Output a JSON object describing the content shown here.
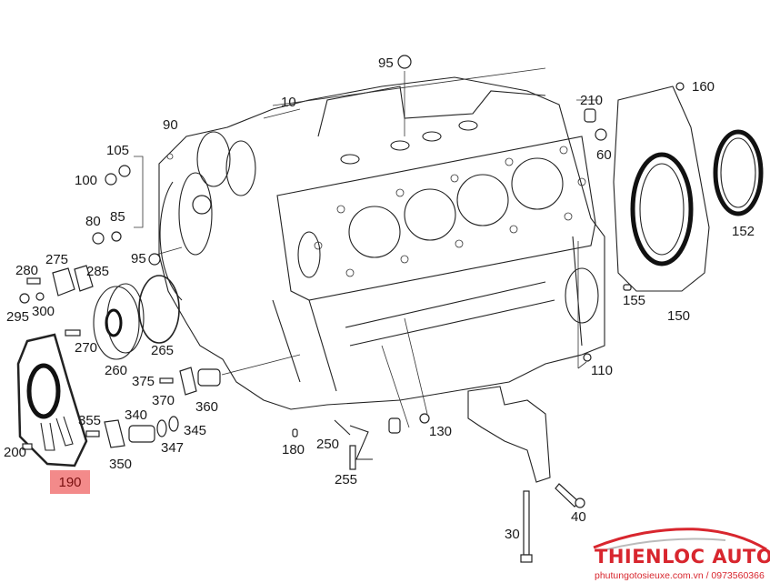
{
  "diagram": {
    "title": "Engine block exploded parts diagram",
    "highlighted_part": "190",
    "highlight_color": "#f38a8a",
    "labels": {
      "p10": "10",
      "p30": "30",
      "p40": "40",
      "p60": "60",
      "p80": "80",
      "p85": "85",
      "p90": "90",
      "p95_top": "95",
      "p95_left": "95",
      "p100": "100",
      "p105": "105",
      "p110": "110",
      "p130": "130",
      "p150": "150",
      "p152": "152",
      "p155": "155",
      "p160": "160",
      "p180": "180",
      "p190": "190",
      "p200": "200",
      "p210": "210",
      "p250": "250",
      "p255": "255",
      "p260": "260",
      "p265": "265",
      "p270": "270",
      "p275": "275",
      "p280": "280",
      "p285": "285",
      "p295": "295",
      "p300": "300",
      "p340": "340",
      "p345": "345",
      "p347": "347",
      "p350": "350",
      "p355": "355",
      "p360": "360",
      "p370": "370",
      "p375": "375"
    }
  },
  "watermark": {
    "brand": "THIENLOC AUTO",
    "contact": "phutungotosieuxe.com.vn / 0973560366",
    "color": "#d8262e"
  }
}
